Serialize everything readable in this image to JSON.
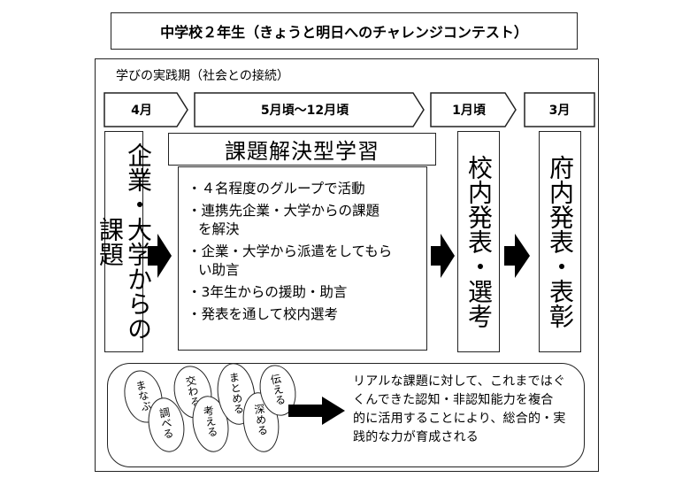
{
  "title": "中学校２年生（きょうと明日へのチャレンジコンテスト）",
  "period_label": "学びの実践期（社会との接続）",
  "timeline": [
    {
      "label": "4月"
    },
    {
      "label": "5月頃〜12月頃"
    },
    {
      "label": "1月頃"
    },
    {
      "label": "3月"
    }
  ],
  "stages": {
    "task": "企業・大学からの課題",
    "school_presentation": "校内発表・選考",
    "prefecture_presentation": "府内発表・表彰"
  },
  "pbl": {
    "title": "課題解決型学習",
    "items": [
      {
        "lines": [
          "・４名程度のグループで活動"
        ]
      },
      {
        "lines": [
          "・連携先企業・大学からの課題",
          "を解決"
        ]
      },
      {
        "lines": [
          "・企業・大学から派遣をしてもら",
          "い助言"
        ]
      },
      {
        "lines": [
          "・3年生からの援助・助言"
        ]
      },
      {
        "lines": [
          "・発表を通して校内選考"
        ]
      }
    ]
  },
  "skills": [
    "まなぶ",
    "調べる",
    "交わる",
    "考える",
    "まとめる",
    "深める",
    "伝える"
  ],
  "result_lines": [
    "リアルな課題に対して、これまではぐ",
    "くんできた認知・非認知能力を複合",
    "的に活用することにより、総合的・実",
    "践的な力が育成される"
  ]
}
